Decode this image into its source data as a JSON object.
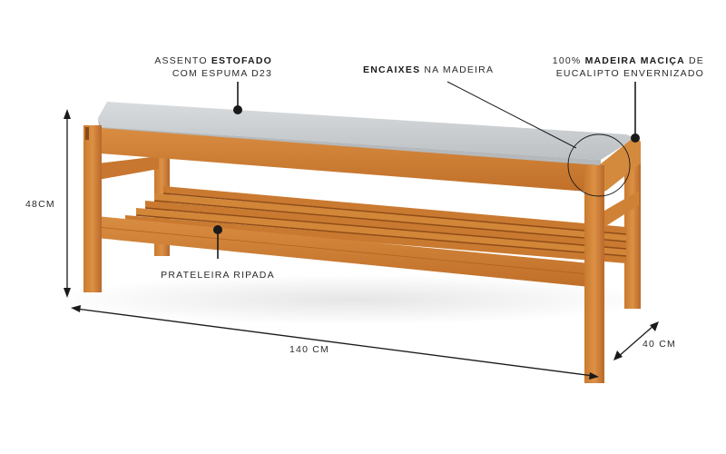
{
  "annotations": {
    "seat": {
      "line1_prefix": "ASSENTO ",
      "line1_bold": "ESTOFADO",
      "line2": "COM ESPUMA D23"
    },
    "joints": {
      "bold": "ENCAIXES",
      "suffix": " NA MADEIRA"
    },
    "wood": {
      "line1_prefix": "100% ",
      "line1_bold": "MADEIRA MACIÇA",
      "line1_suffix": " DE",
      "line2": "EUCALIPTO ENVERNIZADO"
    },
    "shelf": {
      "text": "PRATELEIRA RIPADA"
    }
  },
  "dimensions": {
    "height": "48CM",
    "length": "140 CM",
    "depth": "40 CM"
  },
  "colors": {
    "wood": "#c8782e",
    "wood_dark": "#a95f22",
    "wood_light": "#dc9448",
    "cushion": "#cfd3d6",
    "cushion_side": "#b9bdc0",
    "ink": "#1a1a1a"
  }
}
